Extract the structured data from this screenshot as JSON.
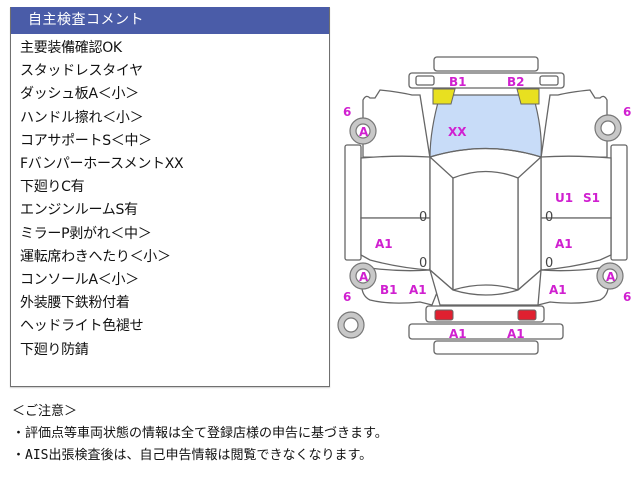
{
  "comments": {
    "title": "自主検査コメント",
    "items": [
      "主要装備確認OK",
      "スタッドレスタイヤ",
      "ダッシュ板A＜小＞",
      "ハンドル擦れ＜小＞",
      "コアサポートS＜中＞",
      "FバンパーホースメントXX",
      "下廻りC有",
      "エンジンルームS有",
      "ミラーP剥がれ＜中＞",
      "運転席わきへたり＜小＞",
      "コンソールA＜小＞",
      "外装腰下鉄粉付着",
      "ヘッドライト色褪せ",
      "下廻り防錆"
    ]
  },
  "notice": {
    "heading": "＜ご注意＞",
    "lines": [
      "・評価点等車両状態の情報は全て登録店様の申告に基づきます。",
      "・AIS出張検査後は、自己申告情報は閲覧できなくなります。"
    ]
  },
  "diagram": {
    "colors": {
      "label": "#d020d0",
      "headlight": "#e8e020",
      "taillight": "#e02030",
      "windshield": "#c8dcf8",
      "tire": "#c8c8c8"
    },
    "labels": {
      "front_bumper_left": "B1",
      "front_bumper_right": "B2",
      "windshield": "XX",
      "tire_front_left": "A",
      "tire_rear_left": "A",
      "tire_rear_right": "A",
      "tread_front_left": "6",
      "tread_front_right": "6",
      "tread_rear_left": "6",
      "tread_rear_right": "6",
      "right_rear_door": "U1",
      "right_rear_door_2": "S1",
      "left_rear_door": "A1",
      "right_rear_quarter": "A1",
      "left_rocker_b": "B1",
      "left_rocker_a": "A1",
      "right_rocker_a": "A1",
      "rear_bumper_left": "A1",
      "rear_bumper_right": "A1",
      "door_handle": "0"
    }
  }
}
